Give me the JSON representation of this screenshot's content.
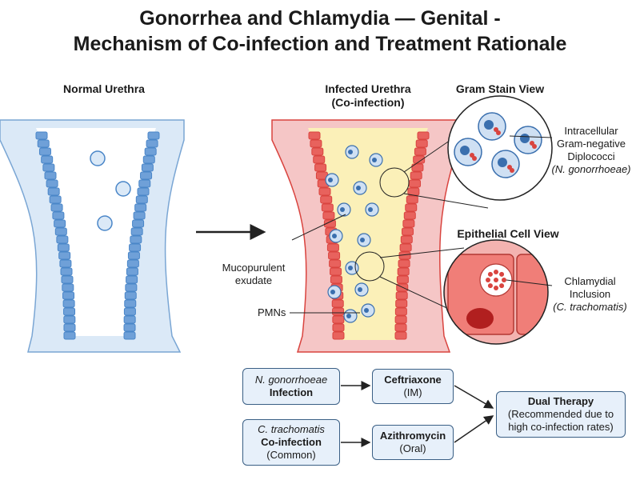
{
  "title": {
    "line1": "Gonorrhea and Chlamydia — Genital -",
    "line2": "Mechanism of Co-infection and Treatment Rationale"
  },
  "panels": {
    "normal": "Normal Urethra",
    "infected_l1": "Infected Urethra",
    "infected_l2": "(Co-infection)",
    "gram": "Gram Stain View",
    "epithelial": "Epithelial Cell View"
  },
  "labels": {
    "mucopurulent_l1": "Mucopurulent",
    "mucopurulent_l2": "exudate",
    "pmns": "PMNs",
    "gram_l1": "Intracellular",
    "gram_l2": "Gram-negative",
    "gram_l3": "Diplococci",
    "gram_l4": "(N. gonorrhoeae)",
    "chlam_l1": "Chlamydial",
    "chlam_l2": "Inclusion",
    "chlam_l3": "(C. trachomatis)"
  },
  "flow": {
    "gono": {
      "l1": "N. gonorrhoeae",
      "l2": "Infection"
    },
    "chlam": {
      "l1": "C. trachomatis",
      "l2": "Co-infection",
      "l3": "(Common)"
    },
    "ceft": {
      "l1": "Ceftriaxone",
      "l2": "(IM)"
    },
    "azith": {
      "l1": "Azithromycin",
      "l2": "(Oral)"
    },
    "dual": {
      "l1": "Dual Therapy",
      "l2": "(Recommended due to",
      "l3": "high co-infection rates)"
    }
  },
  "colors": {
    "normal_fill": "#dbe9f7",
    "normal_cell": "#4a86c8",
    "infected_fill": "#f5c6c6",
    "infected_cell": "#d9443f",
    "exudate": "#fbf0b8",
    "box_fill": "#e7f0fa",
    "box_border": "#3a5f85"
  }
}
